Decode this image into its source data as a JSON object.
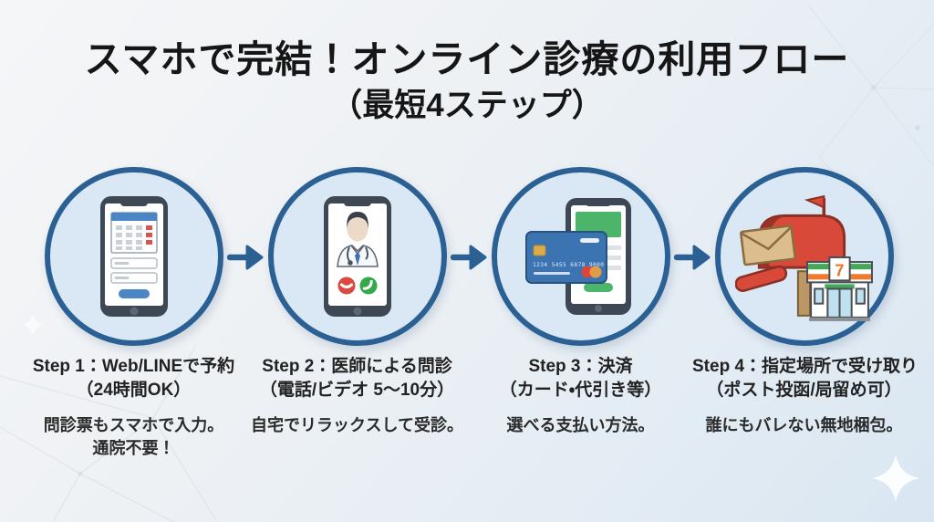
{
  "title": {
    "line1": "スマホで完結！オンライン診療の利用フロー",
    "line2": "（最短4ステップ）"
  },
  "steps": [
    {
      "icon": "smartphone-calendar-booking-icon",
      "title_line1": "Step 1：Web/LINEで予約",
      "title_line2": "（24時間OK）",
      "desc_line1": "問診票もスマホで入力。",
      "desc_line2": "通院不要！"
    },
    {
      "icon": "doctor-video-call-icon",
      "title_line1": "Step 2：医師による問診",
      "title_line2": "（電話/ビデオ 5〜10分）",
      "desc_line1": "自宅でリラックスして受診。",
      "desc_line2": ""
    },
    {
      "icon": "credit-card-payment-icon",
      "title_line1": "Step 3：決済",
      "title_line2": "（カード・代引き等）",
      "desc_line1": "選べる支払い方法。",
      "desc_line2": ""
    },
    {
      "icon": "mailbox-store-pickup-icon",
      "title_line1": "Step 4：指定場所で受け取り",
      "title_line2": "（ポスト投函/局留め可）",
      "desc_line1": "誰にもバレない無地梱包。",
      "desc_line2": ""
    }
  ],
  "icon_details": {
    "credit_card_number": "1234 5455 6878 9000",
    "store_logo": "7"
  },
  "colors": {
    "circle_border": "#2b6094",
    "circle_fill": "#d9e8f4",
    "arrow": "#2b6094",
    "title_text": "#161616",
    "accent_blue": "#4a86c5",
    "alert_red": "#d9534f",
    "success_green": "#3cb54a",
    "mailbox_red": "#d9493a",
    "background_top": "#f5f6f8",
    "background_bottom": "#d9e6f1"
  }
}
